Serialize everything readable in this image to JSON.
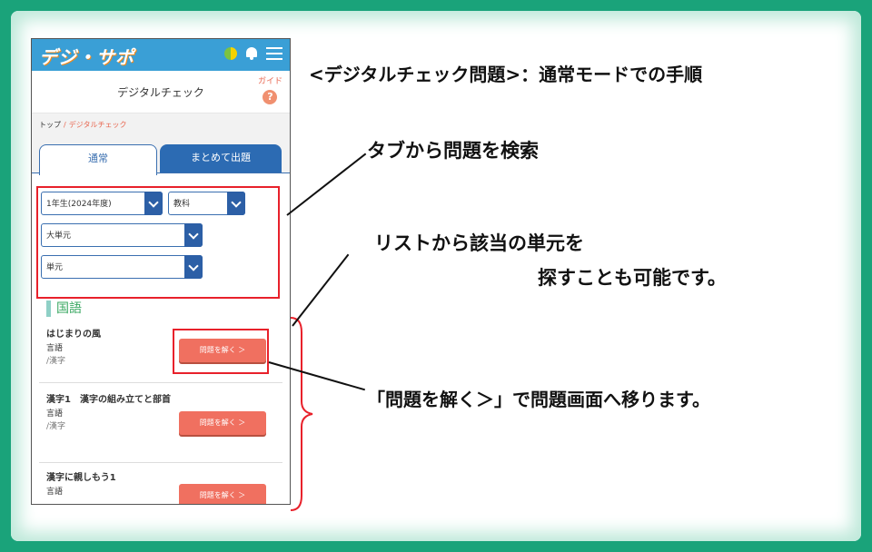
{
  "page_title": "<デジタルチェック問題>：通常モードでの手順",
  "app": {
    "logo": "デジ・サポ",
    "screen_title": "デジタルチェック",
    "guide_label": "ガイド",
    "guide_icon": "?",
    "breadcrumb": {
      "home": "トップ",
      "separator": "/",
      "current": "デジタルチェック"
    }
  },
  "tabs": [
    {
      "label": "通常",
      "active": true
    },
    {
      "label": "まとめて出題",
      "active": false
    }
  ],
  "filters": {
    "grade": "1年生(2024年度)",
    "subject": "教科",
    "major_unit": "大単元",
    "unit": "単元"
  },
  "subject_heading": "国語",
  "items": [
    {
      "name": "はじまりの風",
      "subject": "言語",
      "chapter": "/漢字",
      "button": "問題を解く ＞"
    },
    {
      "name": "漢字1　漢字の組み立てと部首",
      "subject": "言語",
      "chapter": "/漢字",
      "button": "問題を解く ＞"
    },
    {
      "name": "漢字に親しもう1",
      "subject": "言語",
      "chapter": "",
      "button": "問題を解く ＞"
    }
  ],
  "annotations": {
    "tab_search": "タブから問題を検索",
    "list_search_line1": "リストから該当の単元を",
    "list_search_line2": "探すことも可能です。",
    "solve_hint": "「問題を解く＞」で問題画面へ移ります。"
  },
  "colors": {
    "background_green": "#1aa37a",
    "header_blue": "#3a9fd6",
    "tab_blue": "#2c6bb3",
    "button_salmon": "#f07060",
    "highlight_red": "#e8212b",
    "subject_green": "#3aa862"
  },
  "icons": [
    "beginner-leaf-icon",
    "bell-icon",
    "menu-icon",
    "chevron-down-icon",
    "help-icon"
  ]
}
